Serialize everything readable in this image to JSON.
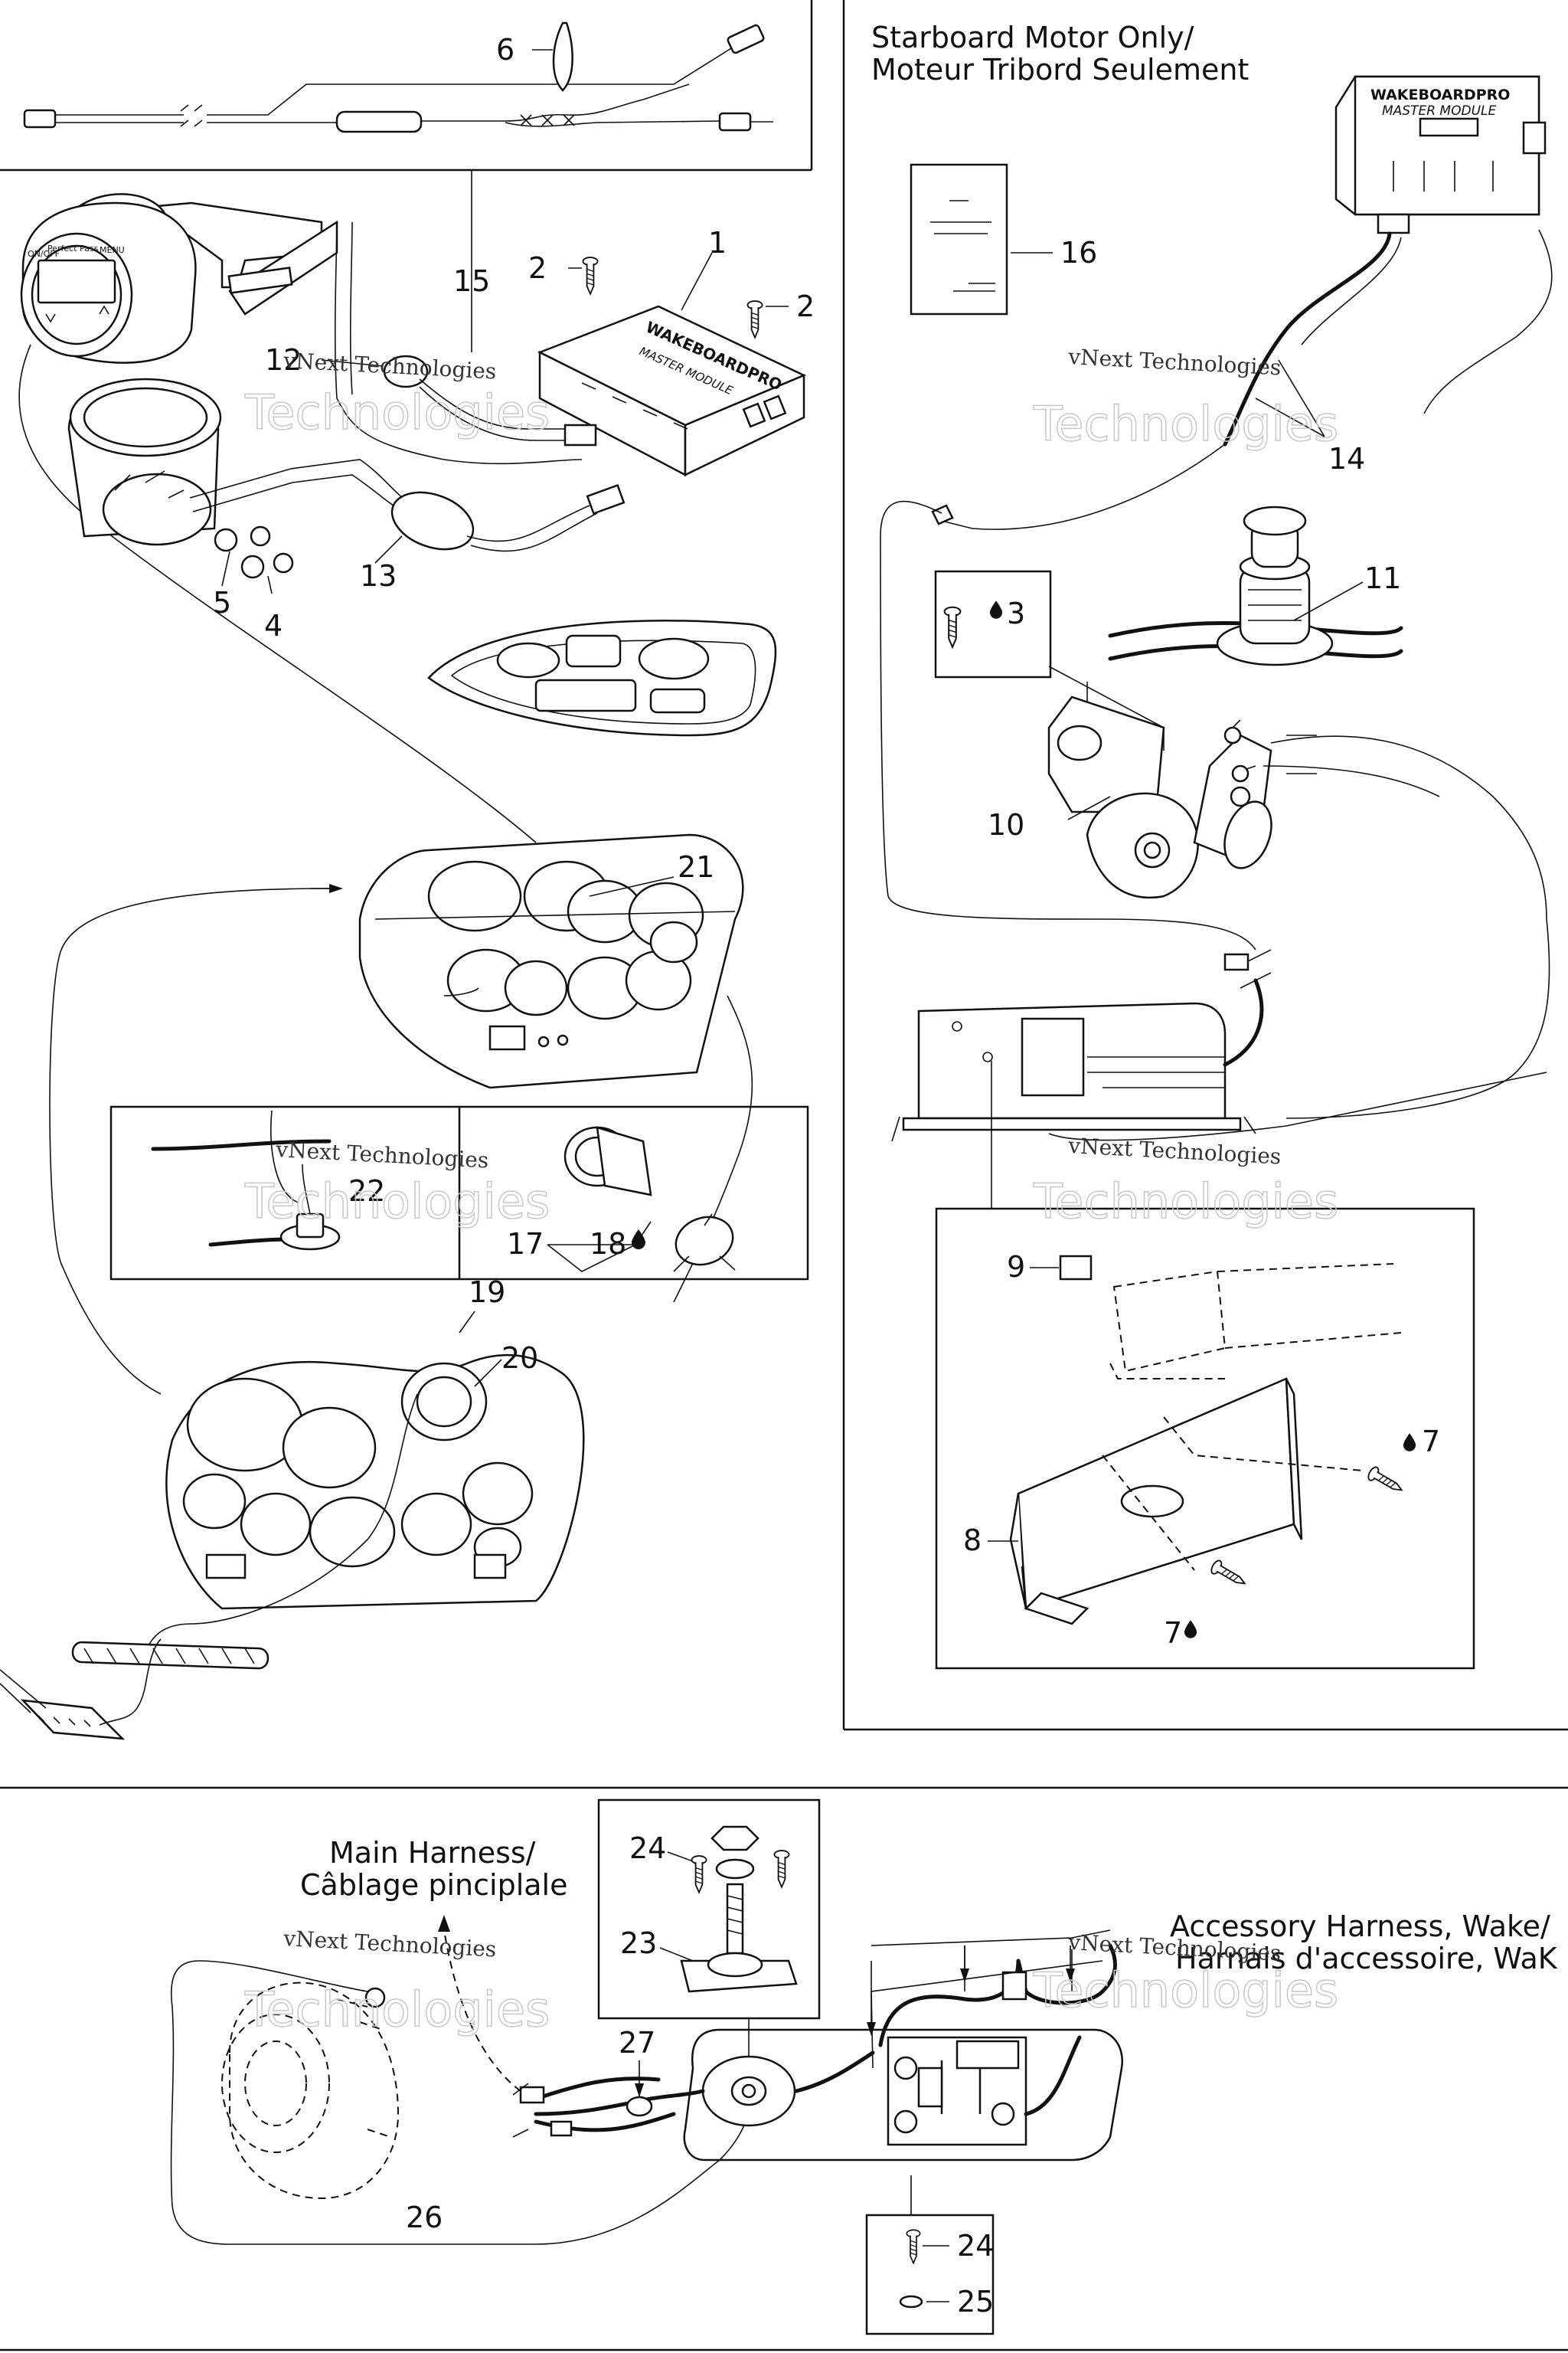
{
  "headers": {
    "starboard_line1": "Starboard Motor Only/",
    "starboard_line2": "Moteur Tribord Seulement",
    "main_harness_line1": "Main Harness/",
    "main_harness_line2": "Câblage pinciplale",
    "accessory_line1": "Accessory Harness, Wake/",
    "accessory_line2": "Harnais d'accessoire, WaK"
  },
  "device_text": {
    "module_brand": "WAKEBOARDPRO",
    "module_sub": "MASTER MODULE",
    "gauge_brand": "Perfect Pass",
    "gauge_onoff": "ON/OFF",
    "gauge_menu": "MENU"
  },
  "watermark": {
    "line1": "vNext Technologies",
    "line2": "Technologies"
  },
  "callouts": {
    "c1": "1",
    "c2a": "2",
    "c2b": "2",
    "c3": "3",
    "c4": "4",
    "c5": "5",
    "c6": "6",
    "c7a": "7",
    "c7b": "7",
    "c8": "8",
    "c9": "9",
    "c10": "10",
    "c11": "11",
    "c12": "12",
    "c13": "13",
    "c14": "14",
    "c15": "15",
    "c16": "16",
    "c17": "17",
    "c18": "18",
    "c19": "19",
    "c20": "20",
    "c21": "21",
    "c22": "22",
    "c23": "23",
    "c24a": "24",
    "c24b": "24",
    "c25": "25",
    "c26": "26",
    "c27": "27"
  }
}
